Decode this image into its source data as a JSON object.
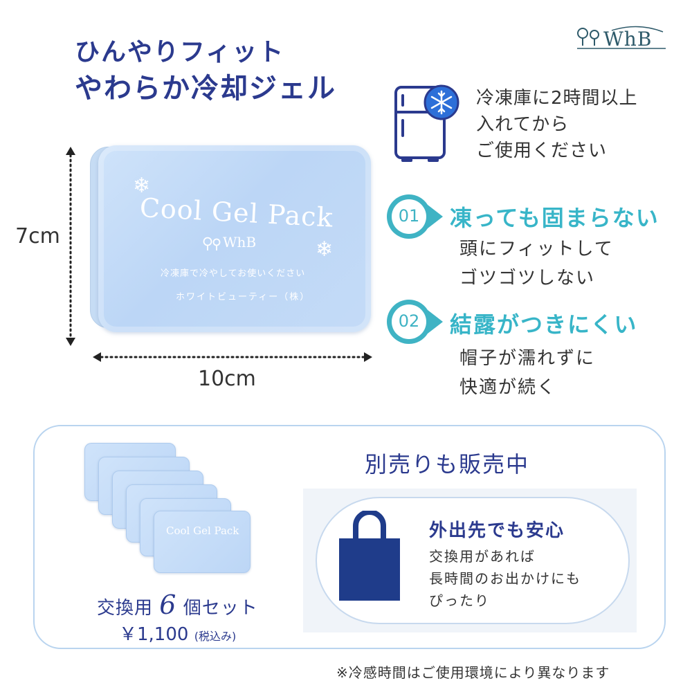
{
  "title": {
    "line1": "ひんやりフィット",
    "line2": "やわらか冷却ジェル"
  },
  "logo": {
    "text": "WhB",
    "icon": "two-tree-logo-icon"
  },
  "fridge_note": {
    "line1": "冷凍庫に2時間以上",
    "line2": "入れてから",
    "line3": "ご使用ください",
    "icon": "freezer-icon"
  },
  "product": {
    "label": "Cool Gel Pack",
    "brand": "WhB",
    "instruction": "冷凍庫で冷やしてお使いください",
    "maker": "ホワイトビューティー（株）",
    "height": "7cm",
    "width": "10cm"
  },
  "features": [
    {
      "num": "01",
      "heading": "凍っても固まらない",
      "lines": [
        "頭にフィットして",
        "ゴツゴツしない"
      ]
    },
    {
      "num": "02",
      "heading": "結露がつきにくい",
      "lines": [
        "帽子が濡れずに",
        "快適が続く"
      ]
    }
  ],
  "refill": {
    "mini_label": "Cool Gel Pack",
    "set_prefix": "交換用",
    "set_count": "6",
    "set_suffix": "個セット",
    "price": "￥1,100",
    "price_note": "(税込み)",
    "sale_heading": "別売りも販売中",
    "benefit_heading": "外出先でも安心",
    "benefit_lines": [
      "交換用があれば",
      "長時間のお出かけにも",
      "ぴったり"
    ],
    "bag_icon": "shopping-bag-icon"
  },
  "footnote": "※冷感時間はご使用環境により異なります",
  "colors": {
    "navy": "#2b3a8e",
    "teal": "#38b5c8",
    "ice_blue": "#c4dbf7"
  }
}
